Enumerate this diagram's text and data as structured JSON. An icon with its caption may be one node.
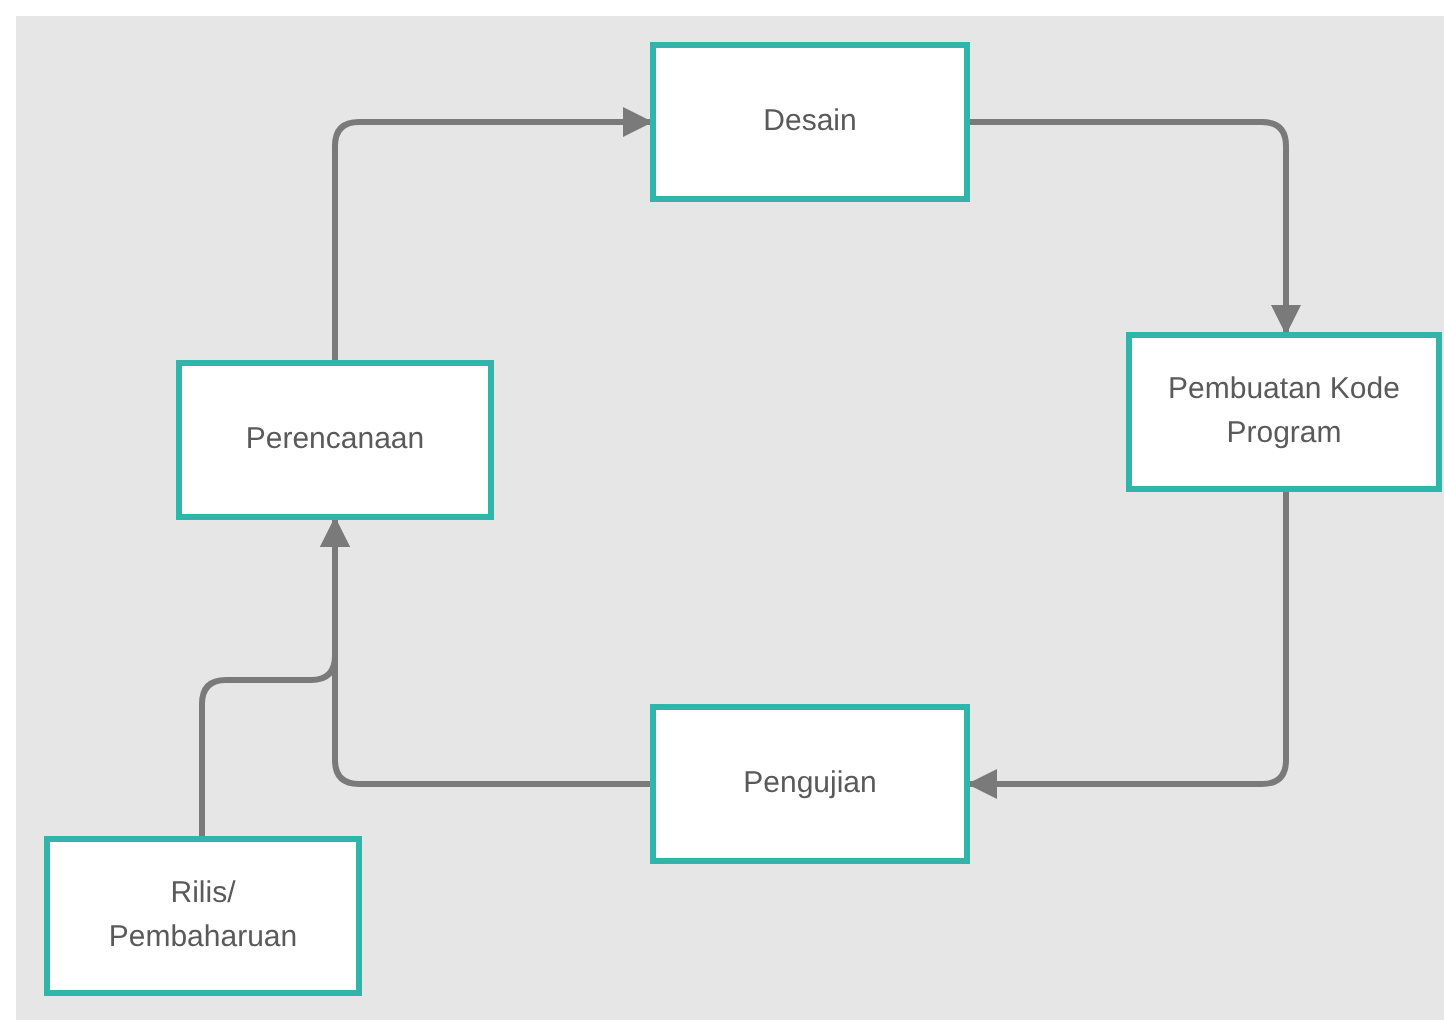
{
  "diagram": {
    "nodes": [
      {
        "text": [
          "Desain"
        ]
      },
      {
        "text": [
          "Pembuatan Kode Program"
        ]
      },
      {
        "text": [
          "Pengujian"
        ]
      },
      {
        "text": [
          "Perencanaan"
        ]
      },
      {
        "text": [
          "Rilis/ Pembaharuan"
        ]
      }
    ],
    "edges": [
      {
        "from": 3,
        "to": 0,
        "arrow": "to"
      },
      {
        "from": 0,
        "to": 1,
        "arrow": "to"
      },
      {
        "from": 1,
        "to": 2,
        "arrow": "to"
      },
      {
        "from": 2,
        "to": 3,
        "arrow": "to"
      },
      {
        "from": 4,
        "to": 3,
        "arrow": "to"
      }
    ]
  }
}
